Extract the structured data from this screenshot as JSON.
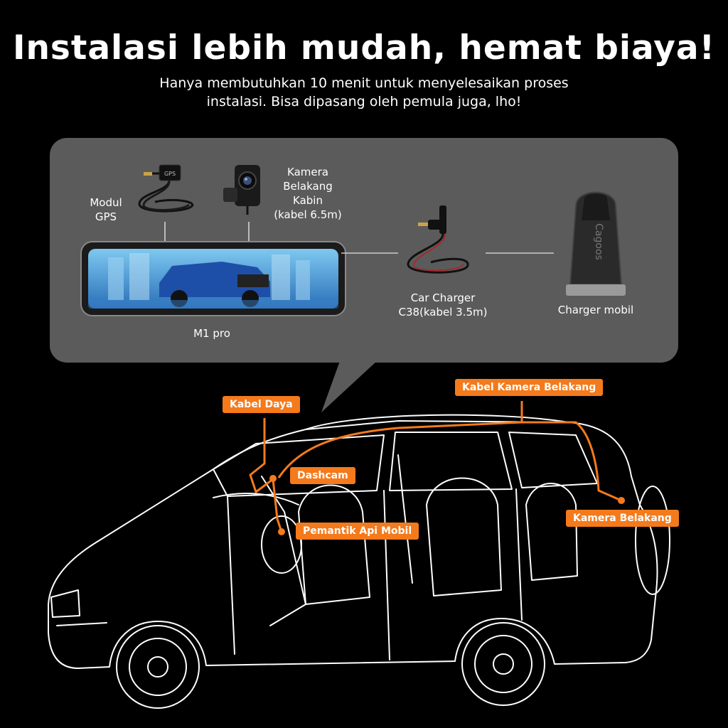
{
  "header": {
    "title": "Instalasi lebih mudah, hemat biaya!",
    "subtitle_line1": "Hanya membutuhkan 10 menit untuk menyelesaikan proses",
    "subtitle_line2": "instalasi. Bisa dipasang oleh pemula juga, lho!"
  },
  "products": {
    "gps": {
      "line1": "Modul",
      "line2": "GPS",
      "chip_text": "GPS"
    },
    "rear_cam": {
      "line1": "Kamera",
      "line2": "Belakang",
      "line3": "Kabin",
      "line4": "(kabel 6.5m)"
    },
    "mirror": {
      "label": "M1 pro"
    },
    "car_charger": {
      "line1": "Car Charger",
      "line2": "C38(kabel 3.5m)"
    },
    "usb_charger": {
      "label": "Charger mobil",
      "brand": "Cagoos"
    }
  },
  "callouts": {
    "power_cable": "Kabel Daya",
    "rear_cam_cable": "Kabel Kamera Belakang",
    "dashcam": "Dashcam",
    "ignition": "Pemantik Api Mobil",
    "rear_camera": "Kamera Belakang"
  },
  "colors": {
    "background": "#000000",
    "panel": "#5b5b5b",
    "accent": "#f47a1c",
    "wire": "#ffffff"
  }
}
